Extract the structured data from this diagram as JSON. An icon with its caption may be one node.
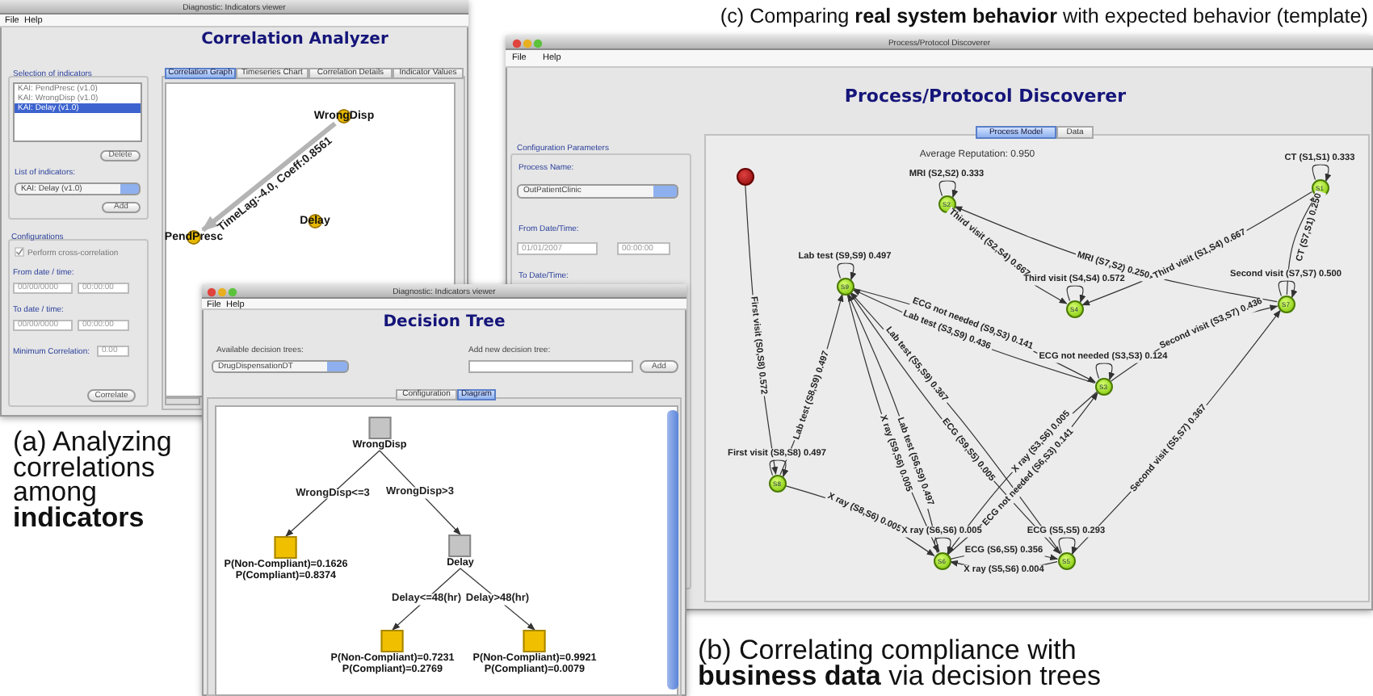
{
  "diagram": {
    "nodes": [
      {
        "text": [
          "WrongDisp"
        ]
      },
      {
        "text": [
          "Delay"
        ]
      },
      {
        "text": [
          "PendPresc"
        ]
      },
      {
        "text": [
          "WrongDisp"
        ]
      },
      {
        "text": [
          "P(Non-Compliant)=0.1626",
          "P(Compliant)=0.8374"
        ]
      },
      {
        "text": [
          "Delay"
        ]
      },
      {
        "text": [
          "P(Non-Compliant)=0.7231",
          "P(Compliant)=0.2769"
        ]
      },
      {
        "text": [
          "P(Non-Compliant)=0.9921",
          "P(Compliant)=0.0079"
        ]
      },
      {
        "text": [],
        "shape": "circle"
      },
      {
        "text": [
          "S2"
        ]
      },
      {
        "text": [
          "S1"
        ]
      },
      {
        "text": [
          "S9"
        ]
      },
      {
        "text": [
          "S4"
        ]
      },
      {
        "text": [
          "S7"
        ]
      },
      {
        "text": [
          "S3"
        ]
      },
      {
        "text": [
          "S8"
        ]
      },
      {
        "text": [
          "S6"
        ]
      },
      {
        "text": [
          "S5"
        ]
      }
    ],
    "edges": [
      {
        "from": 0,
        "to": 2,
        "arrow": "to",
        "label": "TimeLag:-4.0, Coeff:0.8561",
        "style": "thick",
        "color": "#b4b4b4"
      },
      {
        "from": 3,
        "to": 4,
        "arrow": "to",
        "label": "WrongDisp<=3"
      },
      {
        "from": 3,
        "to": 5,
        "arrow": "to",
        "label": "WrongDisp>3"
      },
      {
        "from": 5,
        "to": 6,
        "arrow": "to",
        "label": "Delay<=48(hr)"
      },
      {
        "from": 5,
        "to": 7,
        "arrow": "to",
        "label": "Delay>48(hr)"
      },
      {
        "from": 8,
        "to": 15,
        "arrow": "to",
        "label": "First visit (S0,S8) 0.572"
      },
      {
        "from": 15,
        "to": 15,
        "arrow": "to",
        "label": "First visit (S8,S8) 0.497"
      },
      {
        "from": 15,
        "to": 11,
        "arrow": "to",
        "label": "Lab test (S8,S9) 0.497"
      },
      {
        "from": 11,
        "to": 11,
        "arrow": "to",
        "label": "Lab test (S9,S9) 0.497"
      },
      {
        "from": 15,
        "to": 16,
        "arrow": "to",
        "label": "X ray (S8,S6) 0.005"
      },
      {
        "from": 11,
        "to": 16,
        "arrow": "to",
        "label": "X ray (S9,S6) 0.005"
      },
      {
        "from": 16,
        "to": 11,
        "arrow": "to",
        "label": "Lab test (S6,S9) 0.497"
      },
      {
        "from": 17,
        "to": 11,
        "arrow": "to",
        "label": "Lab test (S5,S9) 0.367"
      },
      {
        "from": 14,
        "to": 11,
        "arrow": "to",
        "label": "Lab test (S3,S9) 0.436"
      },
      {
        "from": 11,
        "to": 14,
        "arrow": "to",
        "label": "ECG not needed (S9,S3) 0.141"
      },
      {
        "from": 11,
        "to": 17,
        "arrow": "to",
        "label": "ECG (S9,S5) 0.005"
      },
      {
        "from": 14,
        "to": 16,
        "arrow": "to",
        "label": "X ray (S3,S6) 0.005"
      },
      {
        "from": 16,
        "to": 14,
        "arrow": "to",
        "label": "ECG not needed (S6,S3) 0.141"
      },
      {
        "from": 16,
        "to": 16,
        "arrow": "to",
        "label": "X ray (S6,S6) 0.005"
      },
      {
        "from": 17,
        "to": 16,
        "arrow": "to",
        "label": "X ray (S5,S6) 0.004"
      },
      {
        "from": 16,
        "to": 17,
        "arrow": "to",
        "label": "ECG (S6,S5) 0.356"
      },
      {
        "from": 17,
        "to": 17,
        "arrow": "to",
        "label": "ECG (S5,S5) 0.293"
      },
      {
        "from": 14,
        "to": 14,
        "arrow": "to",
        "label": "ECG not needed (S3,S3) 0.124"
      },
      {
        "from": 14,
        "to": 13,
        "arrow": "to",
        "label": "Second visit (S3,S7) 0.436"
      },
      {
        "from": 17,
        "to": 13,
        "arrow": "to",
        "label": "Second visit (S5,S7) 0.367"
      },
      {
        "from": 13,
        "to": 13,
        "arrow": "to",
        "label": "Second visit (S7,S7) 0.500"
      },
      {
        "from": 13,
        "to": 10,
        "arrow": "to",
        "label": "CT (S7,S1) 0.250"
      },
      {
        "from": 10,
        "to": 10,
        "arrow": "to",
        "label": "CT (S1,S1) 0.333"
      },
      {
        "from": 13,
        "to": 9,
        "arrow": "to",
        "label": "MRI (S7,S2) 0.250"
      },
      {
        "from": 9,
        "to": 9,
        "arrow": "to",
        "label": "MRI (S2,S2) 0.333"
      },
      {
        "from": 9,
        "to": 12,
        "arrow": "to",
        "label": "Third visit (S2,S4) 0.667"
      },
      {
        "from": 10,
        "to": 12,
        "arrow": "to",
        "label": "Third visit (S1,S4) 0.667"
      },
      {
        "from": 12,
        "to": 12,
        "arrow": "to",
        "label": "Third visit (S4,S4) 0.572"
      }
    ],
    "labels": [
      "Diagnostic: Indicators viewer",
      "File",
      "Help",
      "Correlation Analyzer",
      "Selection of indicators",
      "KAI: PendPresc (v1.0)",
      "KAI: WrongDisp (v1.0)",
      "KAI: Delay (v1.0)",
      "Delete",
      "List of indicators:",
      "KAI: Delay (v1.0)",
      "Add",
      "Configurations",
      "Perform cross-correlation",
      "From date / time:",
      "00/00/0000",
      "00:00:00",
      "To date / time:",
      "00/00/0000",
      "00:00:00",
      "Minimum Correlation:",
      "0.00",
      "Correlate",
      "Correlation Graph",
      "Timeseries Chart",
      "Correlation Details",
      "Indicator Values",
      "(a) Analyzing correlations among **indicators**",
      "(c) Comparing **real system behavior** with expected behavior (template)",
      "Process/Protocol Discoverer",
      "File",
      "Help",
      "Process/Protocol Discoverer",
      "Process Model",
      "Data",
      "Configuration Parameters",
      "Process Name:",
      "OutPatientClinic",
      "From Date/Time:",
      "01/01/2007",
      "00:00:00",
      "To Date/Time:",
      "Average Reputation: 0.950",
      "Diagnostic: Indicators viewer",
      "File",
      "Help",
      "Decision Tree",
      "Available decision trees:",
      "DrugDispensationDT",
      "Add new decision tree:",
      "Add",
      "Configuration",
      "Diagram",
      "(b) Correlating compliance with **business data** via decision trees"
    ]
  }
}
